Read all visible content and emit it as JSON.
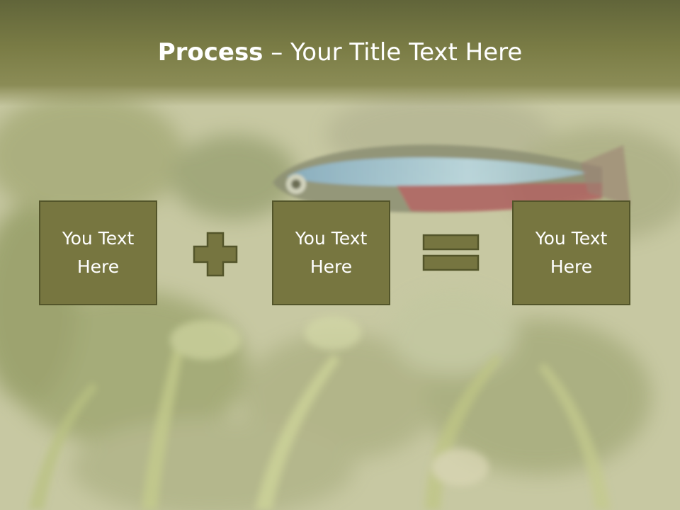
{
  "slide": {
    "title_bold": "Process",
    "title_rest": " – Your Title Text Here"
  },
  "boxes": [
    {
      "text": "You Text Here"
    },
    {
      "text": "You Text Here"
    },
    {
      "text": "You Text Here"
    }
  ],
  "operators": [
    "plus-icon",
    "equals-icon"
  ],
  "colors": {
    "title_band": "#7a7c45",
    "box_fill": "#777640",
    "box_border": "#53552a",
    "operator_fill": "#767540",
    "text": "#ffffff"
  }
}
